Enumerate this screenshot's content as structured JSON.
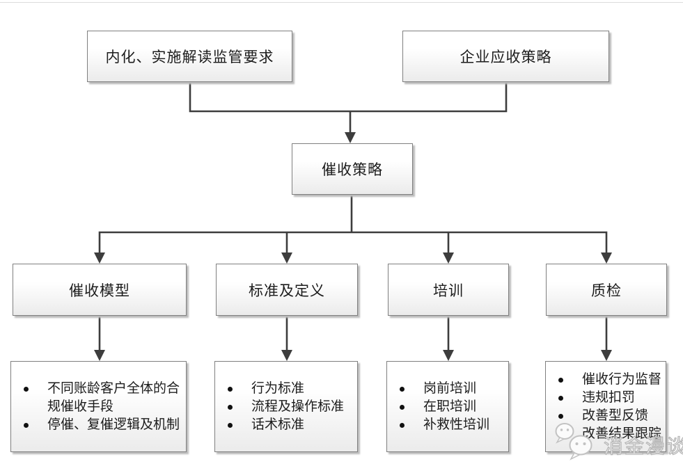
{
  "colors": {
    "line": "#3d3d3d",
    "box_border": "#7f7f7f",
    "box_fill_top": "#ffffff",
    "box_fill_bottom": "#ebebeb",
    "shadow": "#bcbcbc",
    "text": "#1c1c1c",
    "watermark_stroke": "#b5b5b5",
    "watermark_fill": "#f4f4f4",
    "top_rule": "#dcdcdc",
    "bullet": "#111111"
  },
  "diagram": {
    "type": "flowchart",
    "top_nodes": [
      {
        "label": "内化、实施解读监管要求"
      },
      {
        "label": "企业应收策略"
      }
    ],
    "center_node": {
      "label": "催收策略"
    },
    "branch_nodes": [
      {
        "label": "催收模型"
      },
      {
        "label": "标准及定义"
      },
      {
        "label": "培训"
      },
      {
        "label": "质检"
      }
    ],
    "detail_boxes": [
      {
        "items": [
          "不同账龄客户全体的合规催收手段",
          "停催、复催逻辑及机制"
        ]
      },
      {
        "items": [
          "行为标准",
          "流程及操作标准",
          "话术标准"
        ]
      },
      {
        "items": [
          "岗前培训",
          "在职培训",
          "补救性培训"
        ]
      },
      {
        "items": [
          "催收行为监督",
          "违规扣罚",
          "改善型反馈",
          "改善结果跟踪"
        ]
      }
    ]
  },
  "watermark": {
    "text": "消金漫谈",
    "icon": "wechat-bubbles-icon"
  }
}
